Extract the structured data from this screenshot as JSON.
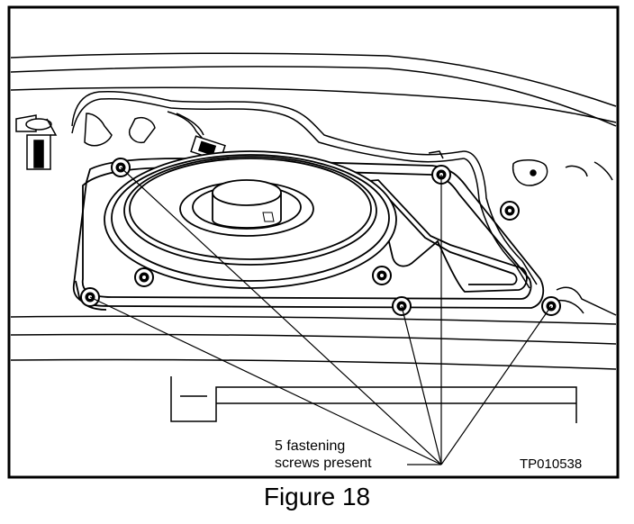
{
  "figure": {
    "callout_line1": "5 fastening",
    "callout_line2": "screws present",
    "reference_code": "TP010538",
    "caption": "Figure 18"
  },
  "colors": {
    "ink": "#000000",
    "paper": "#ffffff",
    "shade": "#d9d9d9"
  },
  "icons": [
    "speaker-icon",
    "screw-icon",
    "wire-harness-icon",
    "connector-icon"
  ]
}
